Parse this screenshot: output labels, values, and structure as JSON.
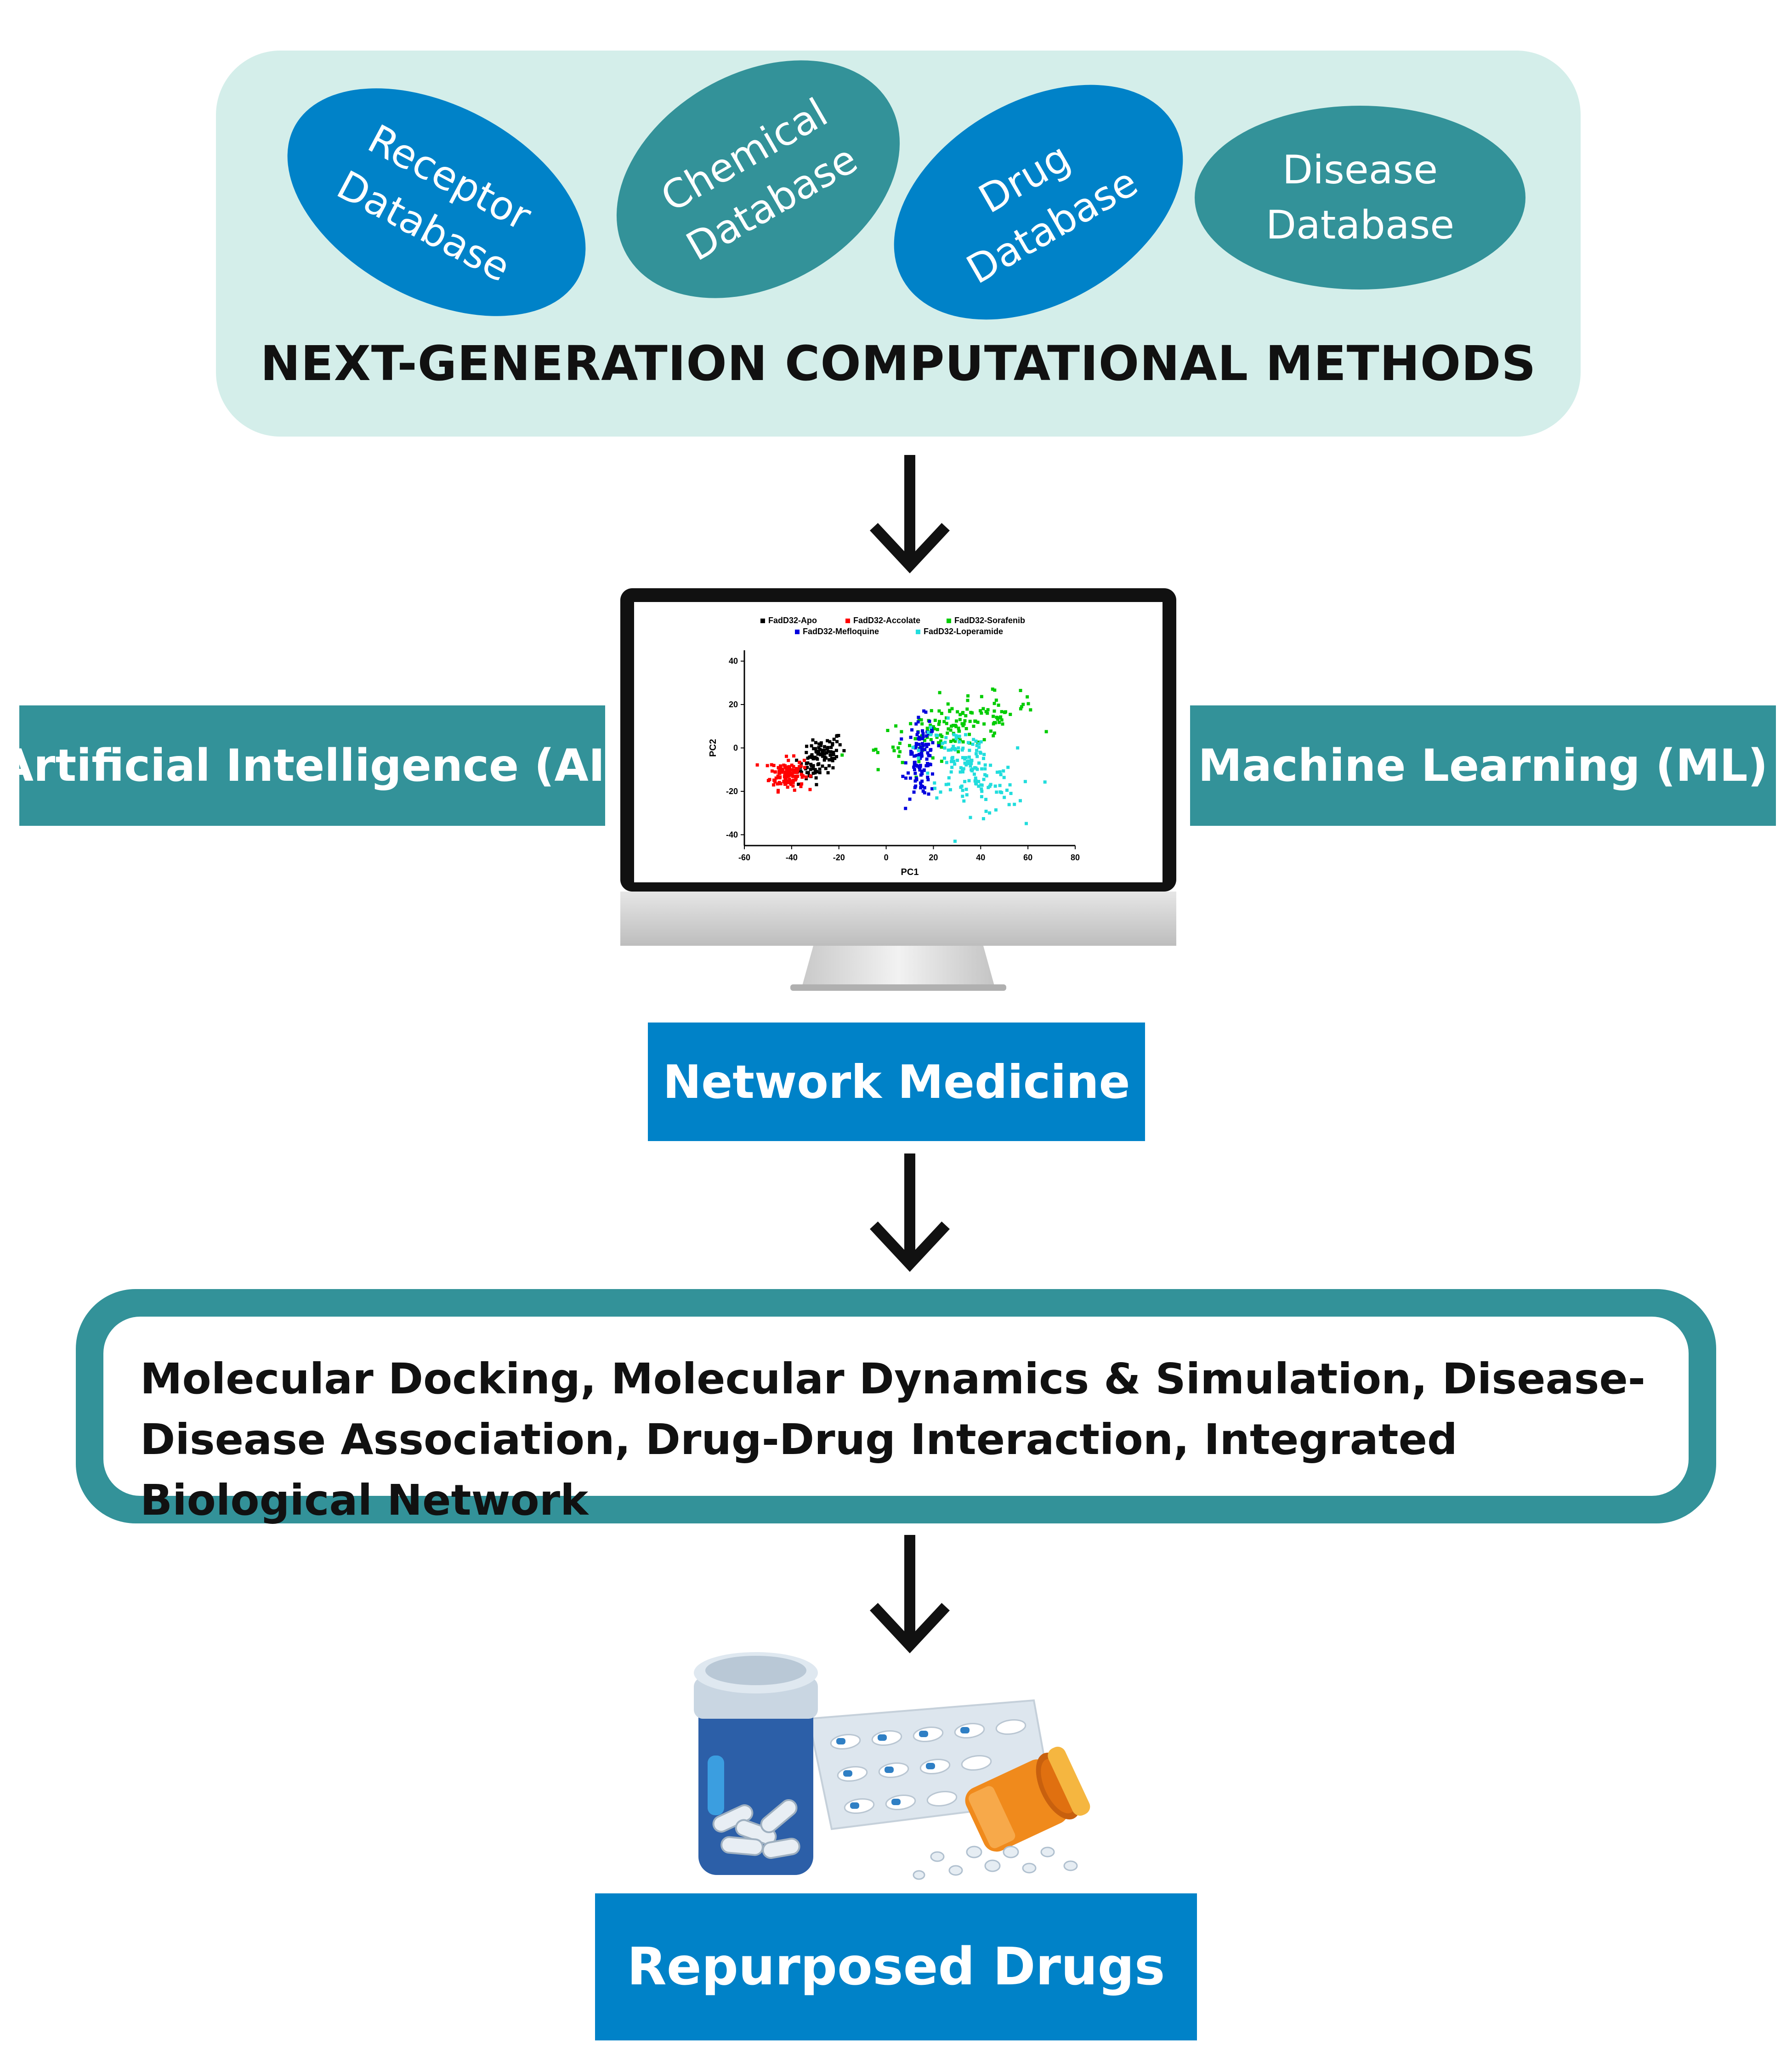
{
  "top_panel": {
    "databases": [
      {
        "label": "Receptor\nDatabase",
        "color": "#0082c8"
      },
      {
        "label": "Chemical\nDatabase",
        "color": "#339299"
      },
      {
        "label": "Drug\nDatabase",
        "color": "#0082c8"
      },
      {
        "label": "Disease\nDatabase",
        "color": "#339299"
      }
    ],
    "title": "NEXT-GENERATION COMPUTATIONAL METHODS"
  },
  "side": {
    "left_label": "Artificial Intelligence (AI)",
    "right_label": "Machine Learning (ML)"
  },
  "network_medicine": "Network Medicine",
  "methods_text": "Molecular Docking, Molecular Dynamics & Simulation, Disease-Disease Association, Drug-Drug Interaction, Integrated Biological Network",
  "result_label": "Repurposed Drugs",
  "colors": {
    "teal": "#339299",
    "blue": "#0082c8",
    "panel_bg": "#d4eeea"
  },
  "chart_data": {
    "type": "scatter",
    "xlabel": "PC1",
    "ylabel": "PC2",
    "xlim": [
      -60,
      80
    ],
    "ylim": [
      -45,
      45
    ],
    "x_ticks": [
      "-60",
      "-40",
      "-20",
      "0",
      "20",
      "40",
      "60",
      "80"
    ],
    "y_ticks": [
      "40",
      "20",
      "0",
      "-20",
      "-40"
    ],
    "legend_placement": "top",
    "series": [
      {
        "name": "FadD32-Apo",
        "color": "#000000",
        "center": [
          -28,
          -5
        ],
        "spread": [
          8,
          7
        ],
        "count": 110
      },
      {
        "name": "FadD32-Accolate",
        "color": "#ff0000",
        "center": [
          -42,
          -12
        ],
        "spread": [
          6,
          6
        ],
        "count": 130
      },
      {
        "name": "FadD32-Sorafenib",
        "color": "#00cc00",
        "center": [
          30,
          10
        ],
        "spread": [
          28,
          9
        ],
        "count": 150
      },
      {
        "name": "FadD32-Mefloquine",
        "color": "#0000dd",
        "center": [
          15,
          -5
        ],
        "spread": [
          5,
          15
        ],
        "count": 110
      },
      {
        "name": "FadD32-Loperamide",
        "color": "#22dddd",
        "center": [
          35,
          -10
        ],
        "spread": [
          17,
          15
        ],
        "count": 150
      }
    ]
  }
}
